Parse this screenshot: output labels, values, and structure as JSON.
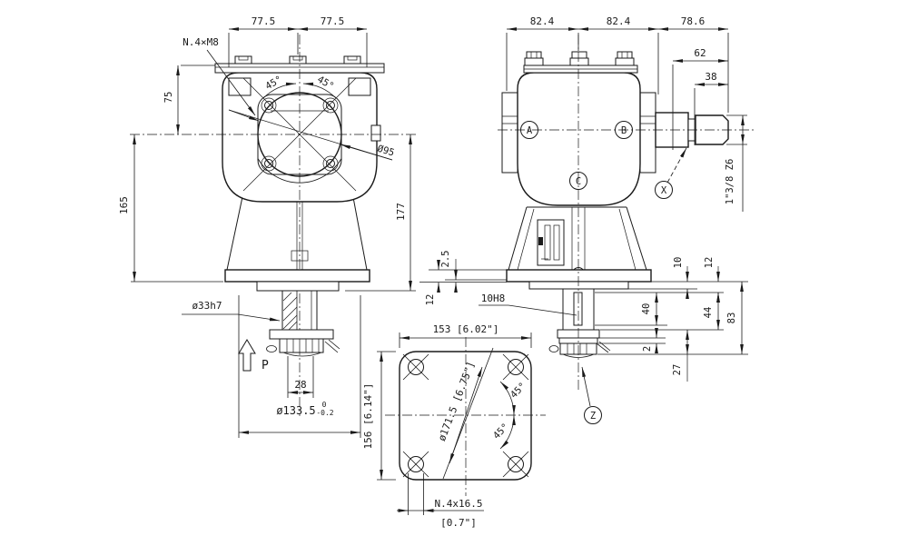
{
  "front_view": {
    "dim_width_left": "77.5",
    "dim_width_right": "77.5",
    "note_top_holes": "N.4×M8",
    "dim_height_top": "75",
    "dim_height_left": "165",
    "dim_height_right": "177",
    "angle_left": "45°",
    "angle_right": "45°",
    "dia_bore": "Ø95",
    "dia_shaft": "ø33h7",
    "view_arrow_label": "P",
    "dim_nut_width": "28",
    "dia_pilot": "ø133.5",
    "tol_upper": "0",
    "tol_lower": "-0.2"
  },
  "side_view": {
    "dim_width_left": "82.4",
    "dim_width_mid": "82.4",
    "dim_shaft_total": "78.6",
    "dim_shaft_62": "62",
    "dim_shaft_38": "38",
    "balloon_a": "A",
    "balloon_b": "B",
    "balloon_c": "C",
    "balloon_x": "X",
    "balloon_z": "Z",
    "spline_spec": "1\"3/8 Z6",
    "dim_lip": "2.5",
    "dim_flange_left": "12",
    "keyway_spec": "10H8",
    "dim_step": "10",
    "dim_flange_right": "12",
    "dim_keyway_len": "40",
    "dim_shaft_44": "44",
    "dim_shaft_83": "83",
    "dim_groove": "2",
    "dim_spline_len": "27"
  },
  "bottom_view": {
    "dim_width": "153 [6.02\"]",
    "dim_height": "156 [6.14\"]",
    "dia_bolt_circle": "ø171.5 [6.75\"]",
    "angle_upper": "45°",
    "angle_lower": "45°",
    "note_holes": "N.4x16.5",
    "note_holes_inch": "[0.7\"]"
  }
}
